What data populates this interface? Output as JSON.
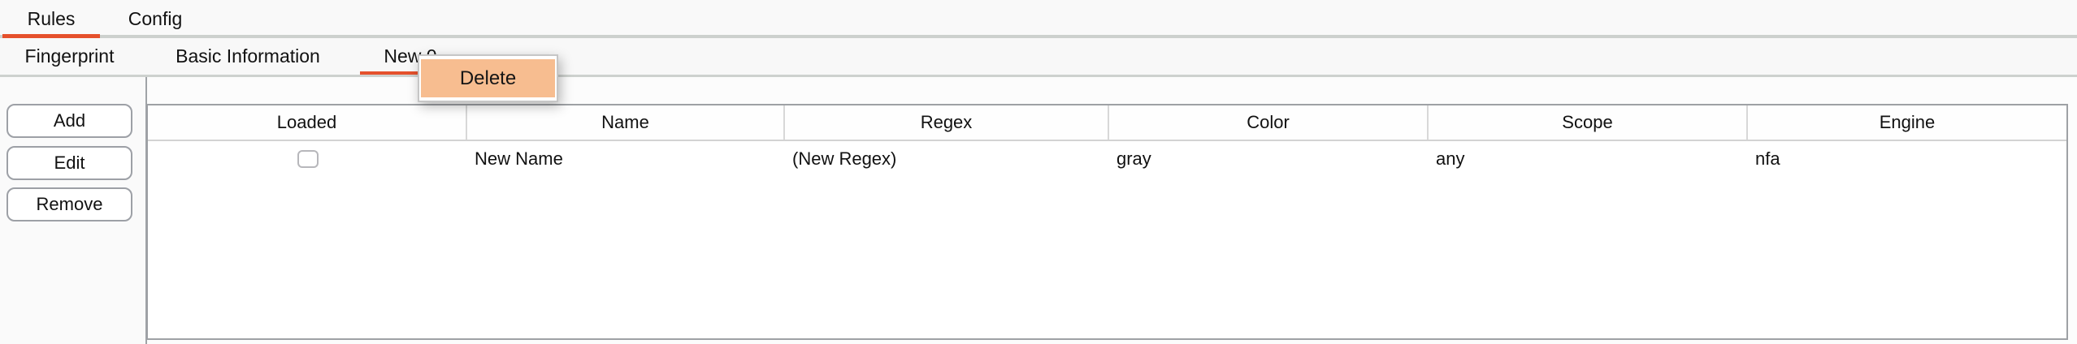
{
  "colors": {
    "accent": "#e5512c",
    "menu_highlight": "#f7bd90",
    "tab_track": "#cdd1ce"
  },
  "tabs_primary": {
    "items": [
      {
        "label": "Rules",
        "active": true
      },
      {
        "label": "Config",
        "active": false
      }
    ]
  },
  "tabs_secondary": {
    "items": [
      {
        "label": "Fingerprint",
        "active": false
      },
      {
        "label": "Basic Information",
        "active": false
      },
      {
        "label": "New 0",
        "active": true
      }
    ]
  },
  "context_menu": {
    "items": [
      {
        "label": "Delete",
        "highlighted": true
      }
    ]
  },
  "actions": {
    "add": "Add",
    "edit": "Edit",
    "remove": "Remove"
  },
  "table": {
    "columns": [
      "Loaded",
      "Name",
      "Regex",
      "Color",
      "Scope",
      "Engine"
    ],
    "rows": [
      {
        "loaded": false,
        "name": "New Name",
        "regex": "(New Regex)",
        "color": "gray",
        "scope": "any",
        "engine": "nfa"
      }
    ]
  }
}
